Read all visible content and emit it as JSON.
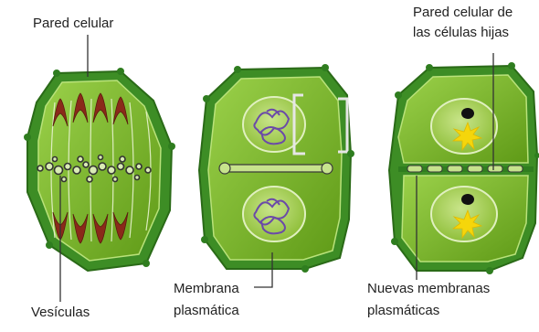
{
  "labels": {
    "cell_wall": "Pared celular",
    "daughter_wall_line1": "Pared celular de",
    "daughter_wall_line2": "las células hijas",
    "vesicles": "Vesículas",
    "plasma_membrane_line1": "Membrana",
    "plasma_membrane_line2": "plasmática",
    "new_membranes_line1": "Nuevas membranas",
    "new_membranes_line2": "plasmáticas"
  },
  "colors": {
    "cell_wall": "#2f7d1f",
    "cell_wall_light": "#7cc342",
    "cytoplasm": "#7ab51d",
    "nucleus": "#a8cf45",
    "chromosome": "#8a2a1a",
    "chromatin": "#6b4aa8",
    "vesicle": "#3b3b3b",
    "nucleolus": "#111111",
    "chromatin_decondensed": "#f5d60b",
    "leader_line": "#333333"
  }
}
